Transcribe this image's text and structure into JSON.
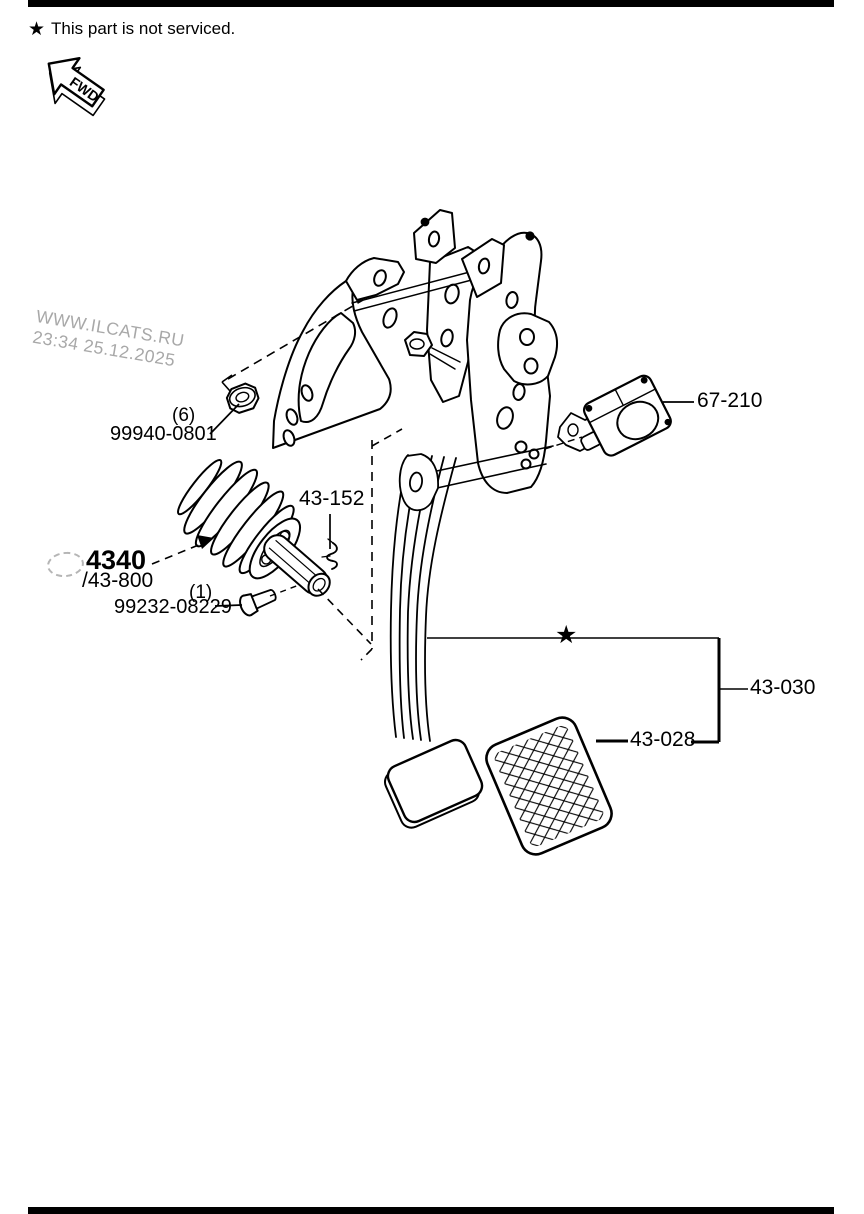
{
  "header": {
    "star": "★",
    "note": "This part is not serviced."
  },
  "fwd_arrow": {
    "label": "FWD"
  },
  "watermark": {
    "line1": "WWW.ILCATS.RU",
    "line2": "23:34 25.12.2025"
  },
  "diagram": {
    "star_marker": "★",
    "labels": {
      "nut_qty": "(6)",
      "nut_part": "99940-0801",
      "switch_part": "67-210",
      "clip_part": "43-152",
      "boot_ref": "4340",
      "boot_ref_sub": "/43-800",
      "bolt_qty": "(1)",
      "bolt_part": "99232-08229",
      "pedal_assembly_part": "43-030",
      "pad_part": "43-028"
    }
  },
  "colors": {
    "line": "#000000",
    "watermark": "#a8a8a8"
  }
}
